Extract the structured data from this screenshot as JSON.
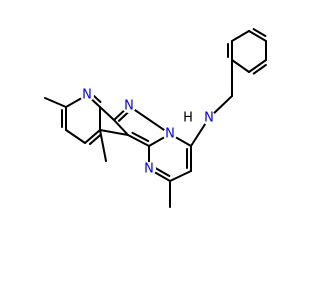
{
  "molecule": {
    "background": "#ffffff",
    "bond_color": "#000000",
    "heteroatom_color": "#0000ff",
    "atoms": [
      {
        "id": "N_amine",
        "label": "N",
        "kind": "nitrogen"
      },
      {
        "id": "H_amine",
        "label": "H",
        "kind": "hydrogen"
      },
      {
        "id": "N_pyridine",
        "label": "N",
        "kind": "nitrogen"
      },
      {
        "id": "N_pyrazole",
        "label": "N",
        "kind": "nitrogen"
      },
      {
        "id": "N_bridge",
        "label": "N",
        "kind": "nitrogen"
      },
      {
        "id": "N_pyrimidine",
        "label": "N",
        "kind": "nitrogen"
      }
    ]
  }
}
